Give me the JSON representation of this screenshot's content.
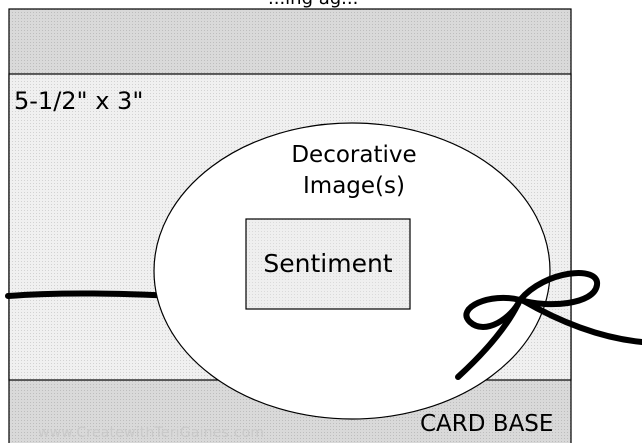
{
  "top_text_partial": "...ing ag...",
  "panel": {
    "size_label": "5-1/2\" x 3\""
  },
  "image_area": {
    "label_line1": "Decorative",
    "label_line2": "Image(s)"
  },
  "sentiment_box": {
    "label": "Sentiment"
  },
  "card_base": {
    "label": "CARD BASE"
  },
  "watermark": "www.CreatewithTeriGaines.com",
  "colors": {
    "card_fill": "#d6d6d6",
    "panel_fill": "#ececec",
    "sentiment_fill": "#eeeeee",
    "outline": "#000000",
    "ribbon": "#000000"
  }
}
